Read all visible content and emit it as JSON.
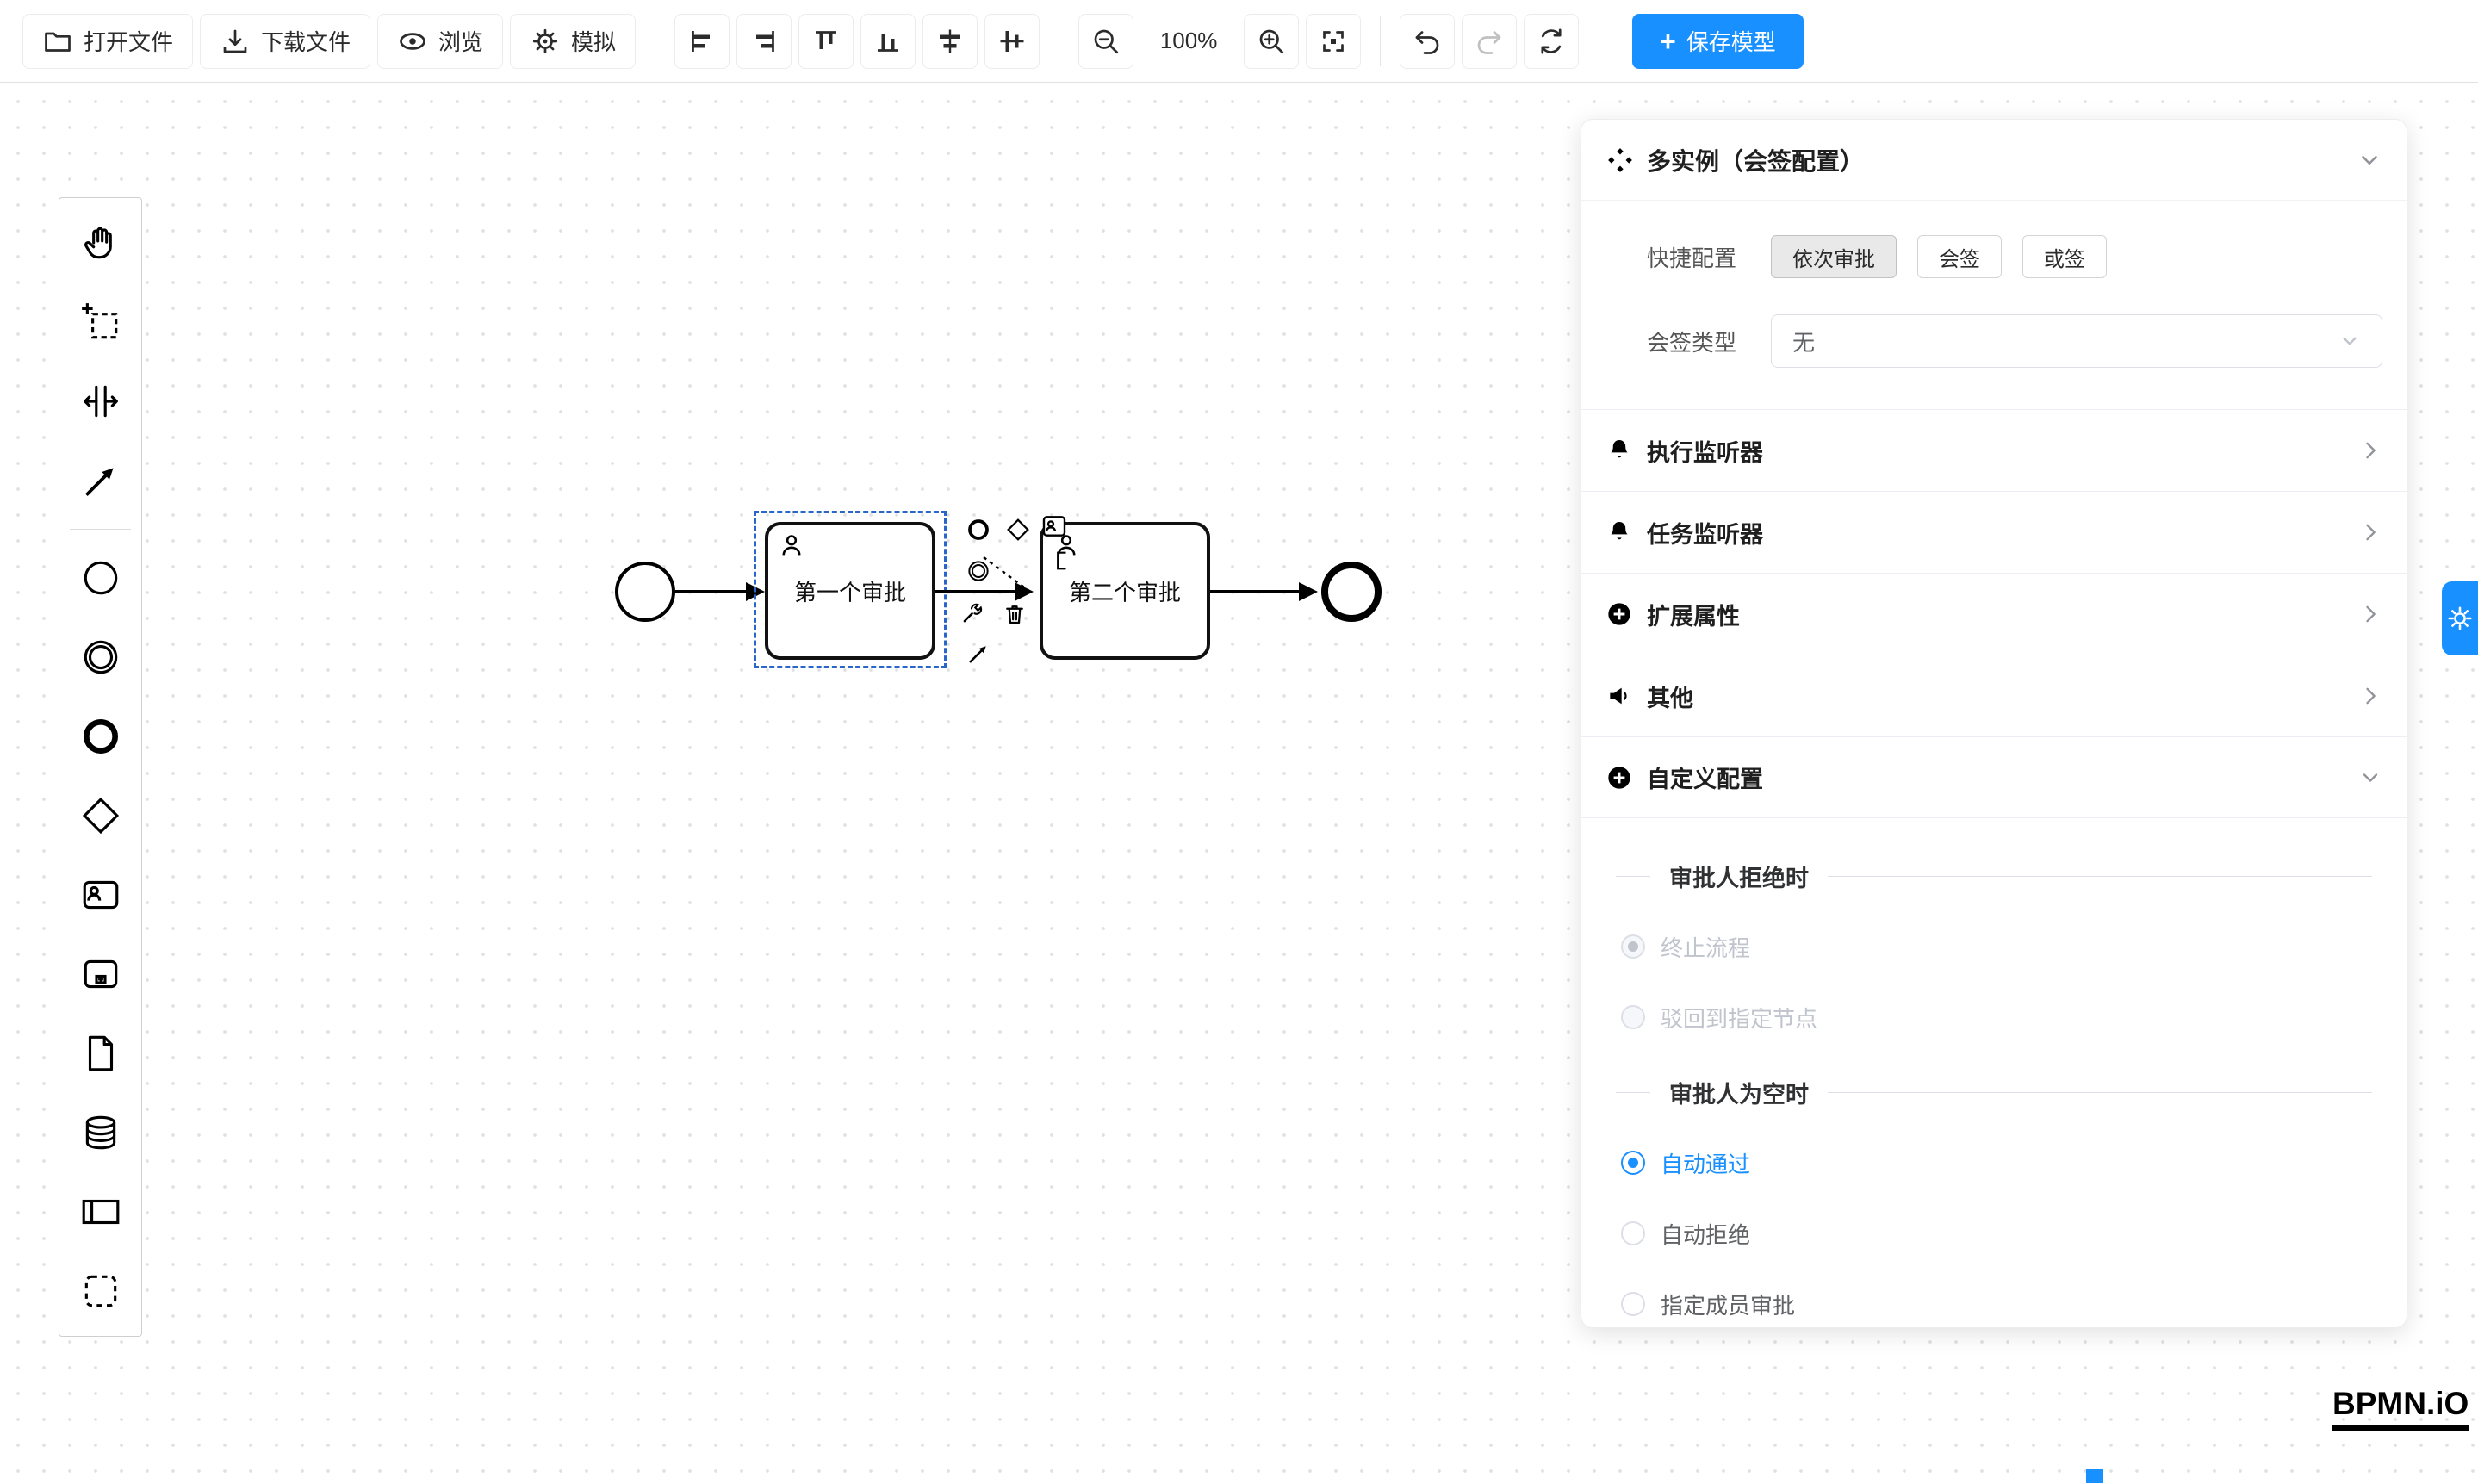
{
  "colors": {
    "accent": "#1890ff",
    "selection": "#2a66c8"
  },
  "toolbar": {
    "open_file": "打开文件",
    "download_file": "下载文件",
    "preview": "浏览",
    "simulate": "模拟",
    "zoom_level": "100%",
    "save_plus": "+",
    "save_model": "保存模型",
    "icons": [
      "folder-icon",
      "download-icon",
      "eye-icon",
      "gear-icon",
      "align-left-icon",
      "align-right-icon",
      "align-top-icon",
      "align-bottom-icon",
      "center-horizontal-icon",
      "center-vertical-icon",
      "zoom-out-icon",
      "zoom-in-icon",
      "fit-viewport-icon",
      "undo-icon",
      "redo-icon",
      "refresh-icon"
    ]
  },
  "palette": {
    "items": [
      "hand-tool",
      "lasso-tool",
      "space-tool",
      "global-connect-tool",
      "start-event",
      "intermediate-event",
      "end-event",
      "gateway",
      "user-task",
      "subprocess",
      "data-object",
      "data-store",
      "participant",
      "group"
    ]
  },
  "canvas": {
    "task1_label": "第一个审批",
    "task2_label": "第二个审批",
    "context_pad_icons": [
      "append-end-event-icon",
      "append-gateway-icon",
      "append-user-task-icon",
      "append-intermediate-event-icon",
      "append-text-annotation-icon",
      "replace-wrench-icon",
      "delete-trash-icon",
      "connect-arrow-icon"
    ]
  },
  "panel": {
    "title": "多实例（会签配置）",
    "quick_config_label": "快捷配置",
    "quick_options": [
      "依次审批",
      "会签",
      "或签"
    ],
    "sign_type_label": "会签类型",
    "sign_type_value": "无",
    "rows": [
      {
        "label": "执行监听器",
        "icon": "bell-icon"
      },
      {
        "label": "任务监听器",
        "icon": "bell-icon"
      },
      {
        "label": "扩展属性",
        "icon": "plus-circle-icon"
      },
      {
        "label": "其他",
        "icon": "megaphone-icon"
      },
      {
        "label": "自定义配置",
        "icon": "plus-circle-icon"
      }
    ],
    "reject_section": {
      "title": "审批人拒绝时",
      "options": [
        {
          "label": "终止流程",
          "selected": true,
          "disabled": true
        },
        {
          "label": "驳回到指定节点",
          "selected": false,
          "disabled": true
        }
      ]
    },
    "empty_section": {
      "title": "审批人为空时",
      "options": [
        {
          "label": "自动通过",
          "selected": true,
          "disabled": false
        },
        {
          "label": "自动拒绝",
          "selected": false,
          "disabled": false
        },
        {
          "label": "指定成员审批",
          "selected": false,
          "disabled": false
        }
      ]
    }
  },
  "footer": {
    "logo": "BPMN.iO"
  }
}
